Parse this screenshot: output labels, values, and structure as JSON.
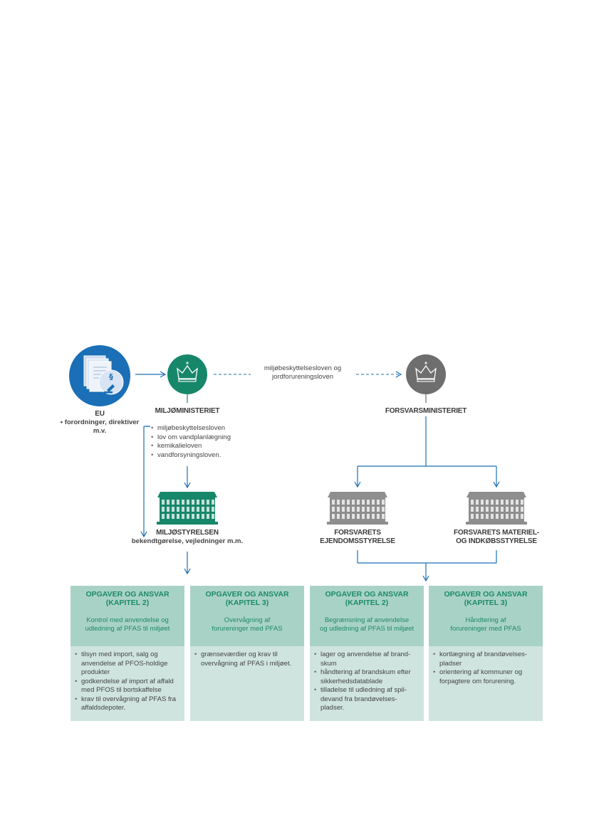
{
  "eu": {
    "title": "EU",
    "items": [
      "forordninger, direktiver m.v."
    ]
  },
  "ministry_env": {
    "title": "MILJØMINISTERIET",
    "laws": [
      "miljøbeskyttelsesloven",
      "lov om vandplanlægning",
      "kemikalieloven",
      "vandforsyningsloven."
    ]
  },
  "dashed_label": {
    "line1": "miljøbeskyttelsesloven og",
    "line2": "jordforureningsloven"
  },
  "ministry_def": {
    "title": "FORSVARSMINISTERIET"
  },
  "agency_env": {
    "title": "MILJØSTYRELSEN",
    "subtitle": "bekendtgørelse, vejledninger m.m."
  },
  "agency_def1": {
    "line1": "FORSVARETS",
    "line2": "EJENDOMSSTYRELSE"
  },
  "agency_def2": {
    "line1": "FORSVARETS MATERIEL-",
    "line2": "OG INDKØBSSTYRELSE"
  },
  "boxes": [
    {
      "title1": "OPGAVER OG ANSVAR",
      "title2": "(KAPITEL 2)",
      "sub1": "Kontrol med anvendelse og",
      "sub2": "udledning af PFAS til miljøet",
      "items": [
        "tilsyn med import, salg og anvendelse af PFOS-holdige produkter",
        "godkendelse af import af affald med PFOS til bortskaffelse",
        "krav til overvågning af PFAS fra affaldsdepoter."
      ]
    },
    {
      "title1": "OPGAVER OG ANSVAR",
      "title2": "(KAPITEL 3)",
      "sub1": "Overvågning af",
      "sub2": "forureninger med PFAS",
      "items": [
        "grænseværdier og krav til overvågning af PFAS i miljøet."
      ]
    },
    {
      "title1": "OPGAVER OG ANSVAR",
      "title2": "(KAPITEL 2)",
      "sub1": "Begrænsning af anvendelse",
      "sub2": "og udledning af PFAS til miljøet",
      "items": [
        "lager og anvendelse af brand-skum",
        "håndtering af brandskum efter sikkerhedsdatablade",
        "tilladelse til udledning af spil-devand fra brandøvelses-pladser."
      ]
    },
    {
      "title1": "OPGAVER OG ANSVAR",
      "title2": "(KAPITEL 3)",
      "sub1": "Håndtering af",
      "sub2": "forureninger med PFAS",
      "items": [
        "kortlægning af brandøvelses-pladser",
        "orientering af kommuner og forpagtere om forurening."
      ]
    }
  ],
  "colors": {
    "blue": "#1a6fb6",
    "green": "#17876a",
    "grey": "#6e6e6e",
    "box_head": "#a9d2c6",
    "box_body": "#cfe4de"
  }
}
